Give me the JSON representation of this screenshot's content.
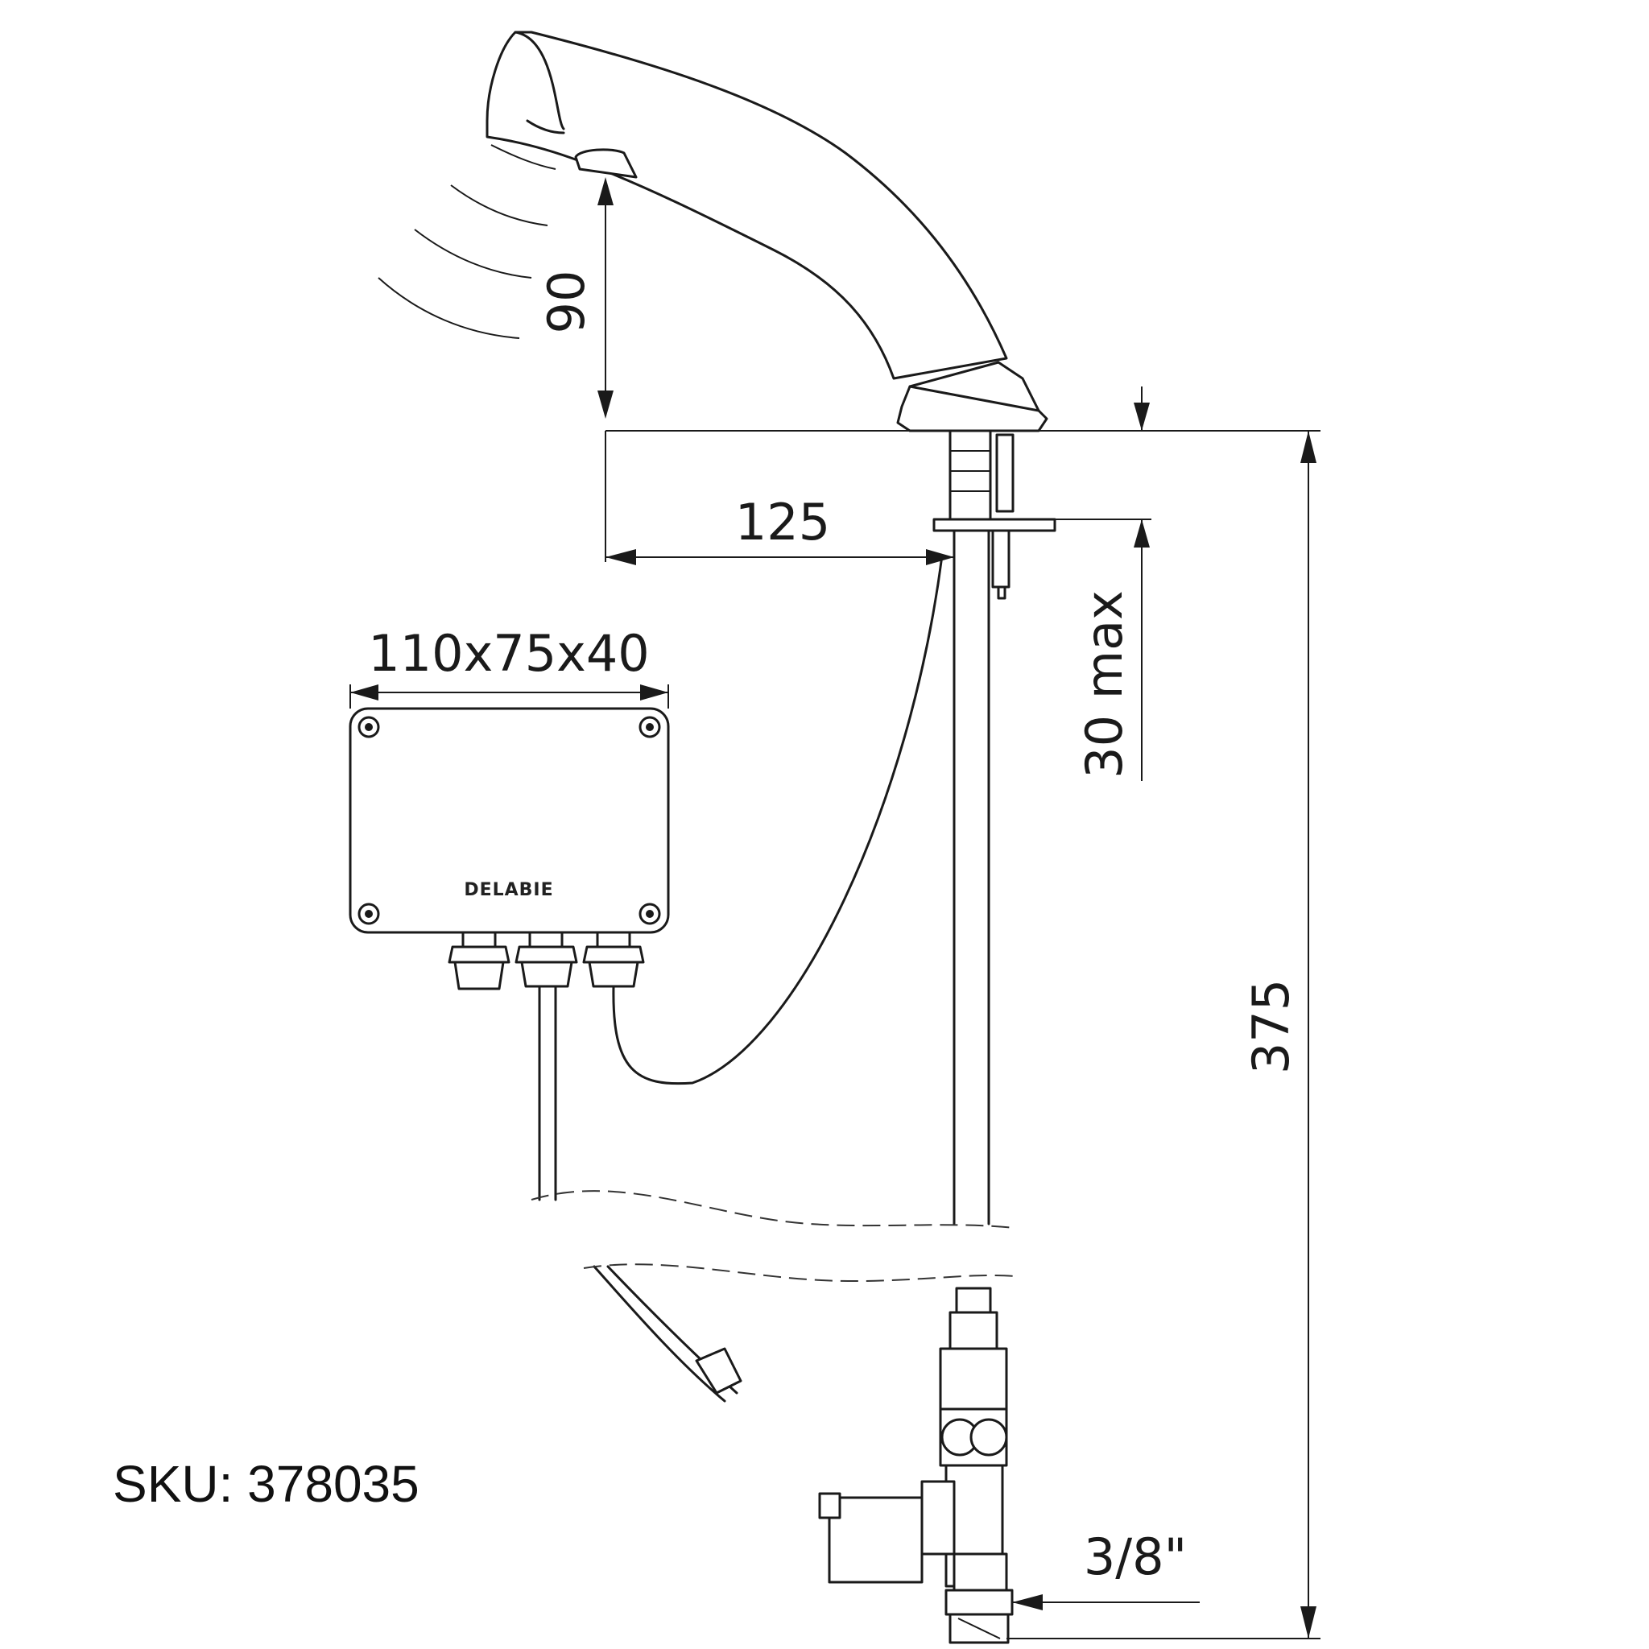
{
  "dimensions": {
    "sensor_height": "90",
    "spout_reach": "125",
    "box_size": "110x75x40",
    "mount_thickness": "30 max",
    "total_height": "375",
    "connection": "3/8\""
  },
  "box": {
    "brand": "DELABIE"
  },
  "sku": "SKU: 378035"
}
